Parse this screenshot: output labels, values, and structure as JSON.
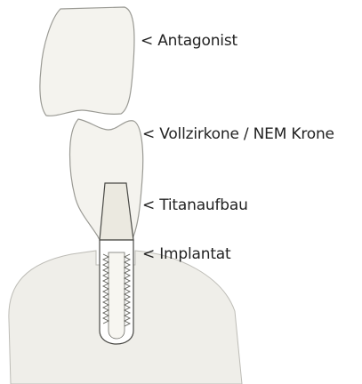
{
  "labels": {
    "antagonist": "< Antagonist",
    "krone": "< Vollzirkone / NEM Krone",
    "titanaufbau": "< Titanaufbau",
    "implantat": "< Implantat"
  },
  "colors": {
    "tooth_fill": "#f4f3ee",
    "tooth_stroke": "#9a9a94",
    "gum_fill": "#efeee9",
    "abutment_fill": "#ebe9e0",
    "implant_stroke": "#6e6e68",
    "label_text": "#222222"
  }
}
